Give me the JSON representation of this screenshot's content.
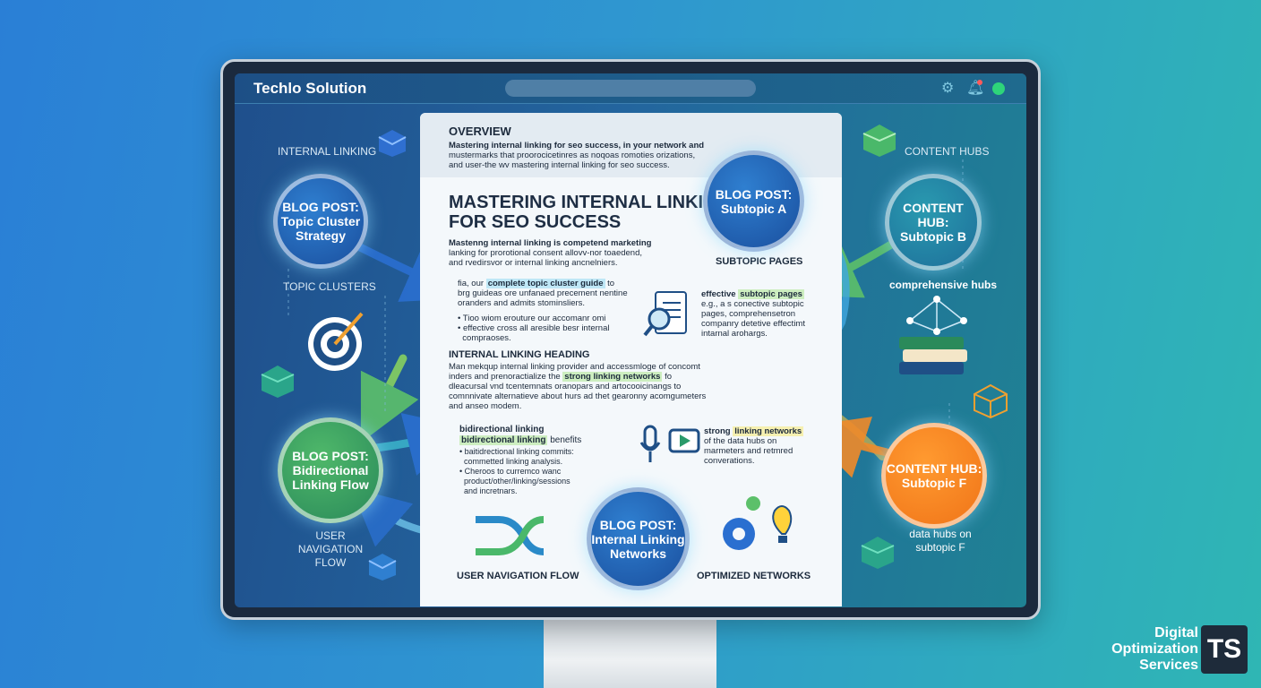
{
  "window": {
    "title": "Techlo Solution"
  },
  "left": {
    "internal_linking_label": "INTERNAL LINKING",
    "topic_clusters_label": "TOPIC CLUSTERS",
    "user_nav_label": "USER NAVIGATION FLOW",
    "circle_topic_cluster": "BLOG POST: Topic Cluster Strategy",
    "circle_bidirectional": "BLOG POST: Bidirectional Linking Flow"
  },
  "right": {
    "content_hubs_label": "CONTENT HUBS",
    "comprehensive_hubs": "comprehensive hubs",
    "circle_subtopic_b": "CONTENT HUB: Subtopic B",
    "circle_subtopic_f": "CONTENT HUB: Subtopic F",
    "data_hubs_caption": "data hubs on subtopic F"
  },
  "document": {
    "overview_heading": "OVERVIEW",
    "overview_lines": [
      "Mastering internal linking for seo success, in your network and",
      "mustermarks that proorocicetinres as noqoas romoties orizations,",
      "and user-the wv mastering internal linking for seo success."
    ],
    "main_title_1": "MASTERING INTERNAL LINKING",
    "main_title_2": "FOR SEO SUCCESS",
    "intro_lines": [
      "Mastenng internal linking is competend marketing",
      "lanking for prorotional consent allovv-nor toaedend,",
      "and rvedirsvor or internal linking ancnelniers."
    ],
    "guide_prefix": "fia, our",
    "guide_highlight": "complete topic cluster guide",
    "guide_suffix": "to",
    "guide_lines": [
      "brg guideas ore unfanaed precement nentine",
      "oranders and admits stominsliers."
    ],
    "bullets_1": [
      "Tioo wiom erouture our accomanr omi",
      "effective cross all aresible besr internal",
      "compraoses."
    ],
    "section_heading": "INTERNAL LINKING HEADING",
    "section_lines": [
      "Man mekqup  internal linking provider and accessmloge of concomt",
      "inders and prenoractialize the",
      "dleacursal vnd tcentemnats oranopars and artocooicinangs to",
      "comnnivate alternatieve about hurs   ad thet gearonny acomgumeters",
      "and anseo modem."
    ],
    "strong_networks_highlight": "strong linking networks",
    "strong_networks_suffix": "fo",
    "bidir_title": "bidirectional linking",
    "bidir_highlight": "bidirectional linking",
    "bidir_suffix": "benefits",
    "bullets_2": [
      "baitidrectional linking commits:",
      "commetted linking analysis.",
      "Cheroos to curremco wanc",
      "product/other/linking/sessions",
      "and incretnars."
    ],
    "subtopic_pages_label": "SUBTOPIC PAGES",
    "effective_prefix": "effective",
    "effective_highlight": "subtopic pages",
    "effective_lines": [
      "e.g., a s conective subtopic",
      "pages, comprehensetron",
      "companry detetive effectimt",
      "intarnal arohargs."
    ],
    "strong_prefix": "strong",
    "strong_highlight": "linking networks",
    "strong_lines": [
      "of the data hubs on",
      "marmeters and retmred",
      "converations."
    ],
    "user_nav_caption": "USER NAVIGATION FLOW",
    "optimized_caption": "OPTIMIZED NETWORKS",
    "circle_subtopic_a": "BLOG POST: Subtopic A",
    "circle_internal_networks": "BLOG POST: Internal Linking Networks"
  },
  "branding": {
    "line1": "Digital",
    "line2": "Optimization",
    "line3": "Services",
    "badge": "TS"
  },
  "icons": [
    "gear-icon",
    "bell-icon",
    "status-dot",
    "target-icon",
    "magnifier-document-icon",
    "microphone-icon",
    "video-play-icon",
    "gears-icon",
    "lightbulb-icon",
    "network-icon",
    "books-icon",
    "shuffle-arrows-icon",
    "cube-icon"
  ],
  "colors": {
    "accent_blue": "#1a4f9e",
    "accent_green": "#2a8a5a",
    "accent_orange": "#f07418",
    "highlight_cyan": "#bfe7f6"
  }
}
